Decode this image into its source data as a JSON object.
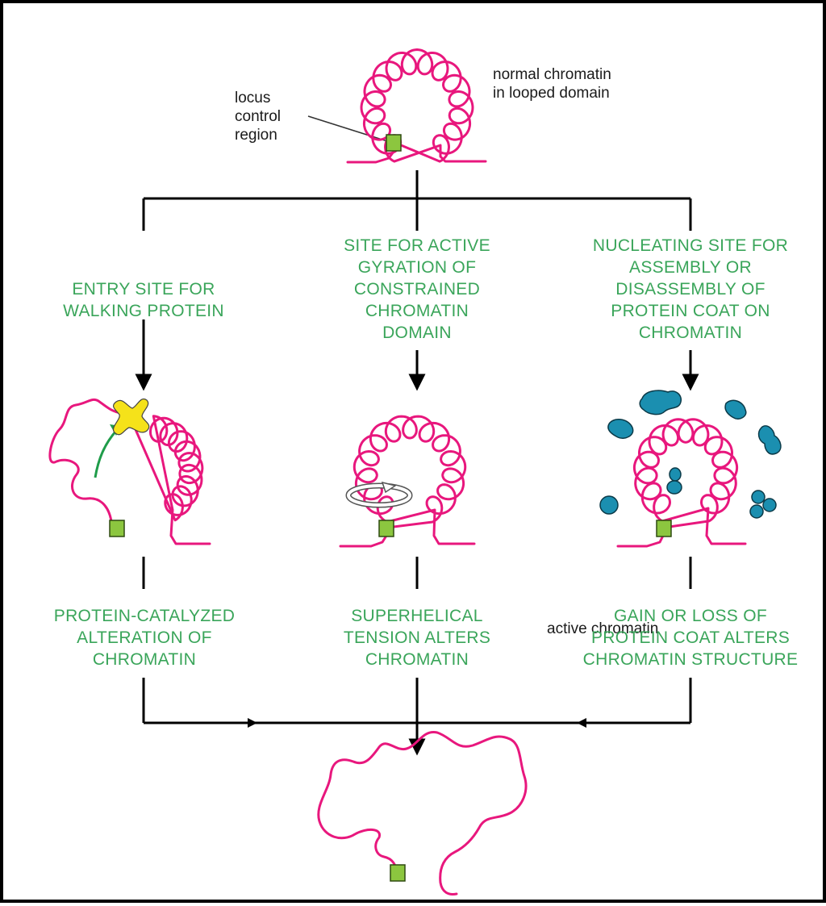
{
  "labels": {
    "normal_chromatin": "normal chromatin\nin looped domain",
    "locus_control_region": "locus\ncontrol\nregion",
    "active_chromatin": "active chromatin"
  },
  "steps": {
    "entry_site": "ENTRY SITE FOR\nWALKING PROTEIN",
    "active_gyration": "SITE FOR ACTIVE\nGYRATION OF\nCONSTRAINED\nCHROMATIN\nDOMAIN",
    "nucleating_site": "NUCLEATING SITE FOR\nASSEMBLY OR\nDISASSEMBLY OF\nPROTEIN COAT ON\nCHROMATIN",
    "protein_catalyzed": "PROTEIN-CATALYZED\nALTERATION OF\nCHROMATIN",
    "superhelical": "SUPERHELICAL\nTENSION ALTERS\nCHROMATIN",
    "gain_loss": "GAIN OR LOSS OF\nPROTEIN COAT ALTERS\nCHROMATIN STRUCTURE"
  },
  "colors": {
    "chromatin": "#e8177d",
    "lcr_box": "#8cc63f",
    "step_text": "#3aa55a",
    "protein": "#1b8fb0",
    "walking_protein": "#f5e21a",
    "arrows": "#000000"
  }
}
